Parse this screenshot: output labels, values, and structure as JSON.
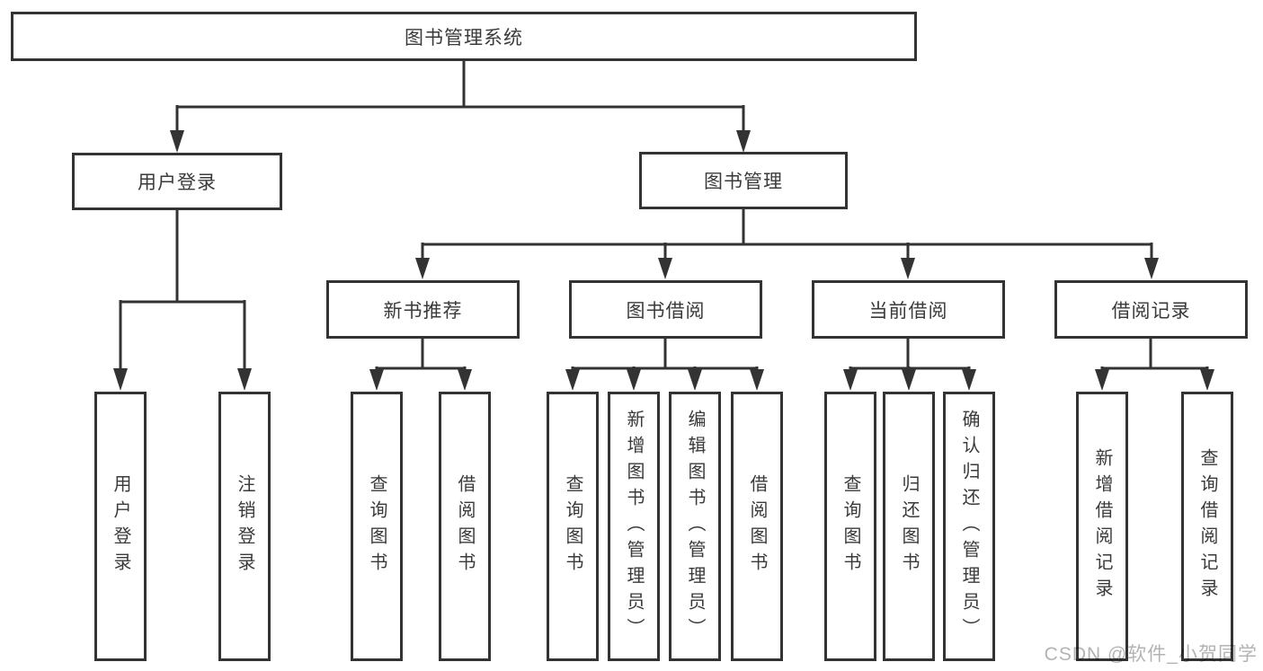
{
  "diagram_title": "图书管理系统",
  "tree": {
    "root": {
      "label": "图书管理系统",
      "children": [
        {
          "label": "用户登录",
          "children": [
            {
              "label": "用户登录"
            },
            {
              "label": "注销登录"
            }
          ]
        },
        {
          "label": "图书管理",
          "children": [
            {
              "label": "新书推荐",
              "children": [
                {
                  "label": "查询图书"
                },
                {
                  "label": "借阅图书"
                }
              ]
            },
            {
              "label": "图书借阅",
              "children": [
                {
                  "label": "查询图书"
                },
                {
                  "label": "新增图书（管理员）"
                },
                {
                  "label": "编辑图书（管理员）"
                },
                {
                  "label": "借阅图书"
                }
              ]
            },
            {
              "label": "当前借阅",
              "children": [
                {
                  "label": "查询图书"
                },
                {
                  "label": "归还图书"
                },
                {
                  "label": "确认归还（管理员）"
                }
              ]
            },
            {
              "label": "借阅记录",
              "children": [
                {
                  "label": "新增借阅记录"
                },
                {
                  "label": "查询借阅记录"
                }
              ]
            }
          ]
        }
      ]
    }
  },
  "watermark": {
    "text": "CSDN @软件_小贺同学"
  },
  "colors": {
    "background": "#ffffff",
    "line": "#333333",
    "box_border": "#333333",
    "text": "#3a3a3a",
    "watermark": "#b3b3b3"
  }
}
